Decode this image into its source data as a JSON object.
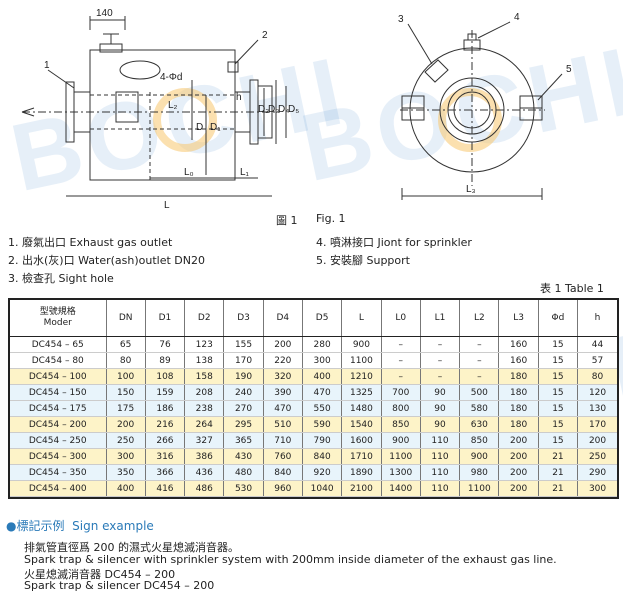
{
  "figure": {
    "caption_zh": "圖 1",
    "caption_en": "Fig. 1",
    "dims": {
      "d140": "140",
      "phi_d": "4-Φd",
      "h": "h",
      "L": "L",
      "L0": "L₀",
      "L1": "L₁",
      "L2": "L₂",
      "L3": "L₃",
      "D": "D",
      "D1": "D₁",
      "D2": "D₂",
      "D3": "D₃",
      "D4": "D₄",
      "D5": "D₅"
    },
    "callouts": [
      "1",
      "2",
      "3",
      "4",
      "5"
    ]
  },
  "legend": [
    {
      "num": "1.",
      "zh": "廢氣出口",
      "en": "Exhaust gas outlet"
    },
    {
      "num": "2.",
      "zh": "出水(灰)口",
      "en": "Water(ash)outlet DN20"
    },
    {
      "num": "3.",
      "zh": "檢查孔",
      "en": "Sight hole"
    },
    {
      "num": "4.",
      "zh": "噴淋接口",
      "en": "Jiont for sprinkler"
    },
    {
      "num": "5.",
      "zh": "安裝腳",
      "en": "Support"
    }
  ],
  "table": {
    "caption": "表 1   Table 1",
    "model_header_zh": "型號規格",
    "model_header_en": "Moder",
    "headers": [
      "DN",
      "D1",
      "D2",
      "D3",
      "D4",
      "D5",
      "L",
      "L0",
      "L1",
      "L2",
      "L3",
      "Φd",
      "h"
    ],
    "rows": [
      [
        "DC454 – 65",
        "65",
        "76",
        "123",
        "155",
        "200",
        "280",
        "900",
        "–",
        "–",
        "–",
        "160",
        "15",
        "44"
      ],
      [
        "DC454 – 80",
        "80",
        "89",
        "138",
        "170",
        "220",
        "300",
        "1100",
        "–",
        "–",
        "–",
        "160",
        "15",
        "57"
      ],
      [
        "DC454 – 100",
        "100",
        "108",
        "158",
        "190",
        "320",
        "400",
        "1210",
        "–",
        "–",
        "–",
        "180",
        "15",
        "80"
      ],
      [
        "DC454 – 150",
        "150",
        "159",
        "208",
        "240",
        "390",
        "470",
        "1325",
        "700",
        "90",
        "500",
        "180",
        "15",
        "120"
      ],
      [
        "DC454 – 175",
        "175",
        "186",
        "238",
        "270",
        "470",
        "550",
        "1480",
        "800",
        "90",
        "580",
        "180",
        "15",
        "130"
      ],
      [
        "DC454 – 200",
        "200",
        "216",
        "264",
        "295",
        "510",
        "590",
        "1540",
        "850",
        "90",
        "630",
        "180",
        "15",
        "170"
      ],
      [
        "DC454 – 250",
        "250",
        "266",
        "327",
        "365",
        "710",
        "790",
        "1600",
        "900",
        "110",
        "850",
        "200",
        "15",
        "200"
      ],
      [
        "DC454 – 300",
        "300",
        "316",
        "386",
        "430",
        "760",
        "840",
        "1710",
        "1100",
        "110",
        "900",
        "200",
        "21",
        "250"
      ],
      [
        "DC454 – 350",
        "350",
        "366",
        "436",
        "480",
        "840",
        "920",
        "1890",
        "1300",
        "110",
        "980",
        "200",
        "21",
        "290"
      ],
      [
        "DC454 – 400",
        "400",
        "416",
        "486",
        "530",
        "960",
        "1040",
        "2100",
        "1400",
        "110",
        "1100",
        "200",
        "21",
        "300"
      ]
    ]
  },
  "sign": {
    "title_zh": "標記示例",
    "title_en": "Sign example",
    "line1": "排氣管直徑爲 200 的濕式火星熄滅消音器。",
    "line2": "Spark trap & silencer with sprinkler system with 200mm inside diameter of the exhaust gas line.",
    "line3": "火星熄滅消音器 DC454 – 200",
    "line4": "Spark trap & silencer  DC454 – 200"
  },
  "watermark": "BOCHI",
  "colors": {
    "accent": "#2a7ab8",
    "row_yellow": "#fdf3c8",
    "row_blue": "#e8f4fb",
    "gear": "#f7c66e"
  }
}
